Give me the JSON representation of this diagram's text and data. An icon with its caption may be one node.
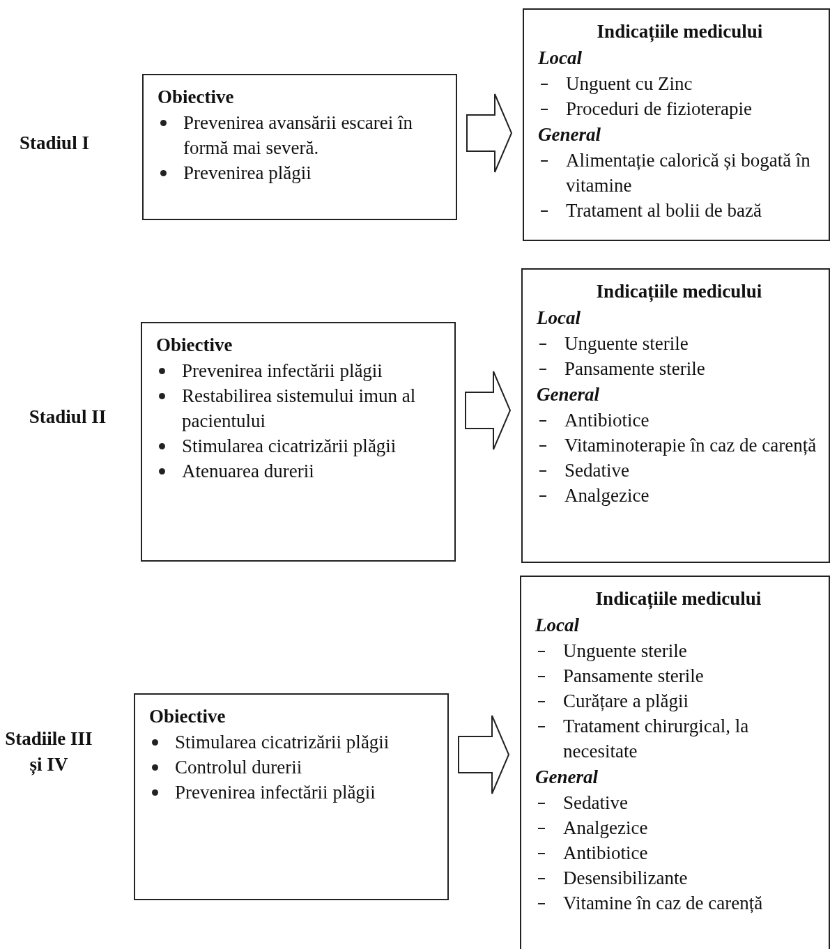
{
  "diagram": {
    "nodes": [
      {
        "text": [
          "Obiective",
          "Prevenirea avansării escarei în formă mai severă.",
          "Prevenirea  plăgii"
        ]
      },
      {
        "text": [
          "Indicațiile medicului",
          "Local",
          "Unguent cu Zinc",
          "Proceduri de fizioterapie",
          "General",
          "Alimentație calorică și bogată în vitamine",
          "Tratament al bolii de bază"
        ]
      },
      {
        "text": [
          "Obiective",
          "Prevenirea infectării plăgii",
          "Restabilirea sistemului imun al pacientului",
          "Stimularea cicatrizării plăgii",
          "Atenuarea durerii"
        ]
      },
      {
        "text": [
          "Indicațiile medicului",
          "Local",
          "Unguente sterile",
          "Pansamente sterile",
          "General",
          "Antibiotice",
          "Vitaminoterapie în caz de carență",
          "Sedative",
          "Analgezice"
        ]
      },
      {
        "text": [
          "Obiective",
          "Stimularea cicatrizării plăgii",
          "Controlul durerii",
          "Prevenirea infectării plăgii"
        ]
      },
      {
        "text": [
          "Indicațiile medicului",
          "Local",
          "Unguente sterile",
          "Pansamente sterile",
          "Curățare a plăgii",
          "Tratament chirurgical, la necesitate",
          "General",
          "Sedative",
          "Analgezice",
          "Antibiotice",
          "Desensibilizante",
          "Vitamine în caz de carență"
        ]
      }
    ],
    "edges": [
      {
        "from": 0,
        "to": 1,
        "arrow": "to"
      },
      {
        "from": 2,
        "to": 3,
        "arrow": "to"
      },
      {
        "from": 4,
        "to": 5,
        "arrow": "to"
      }
    ],
    "labels": [
      "Stadiul I",
      "Stadiul II",
      "Stadiile III și IV"
    ]
  }
}
